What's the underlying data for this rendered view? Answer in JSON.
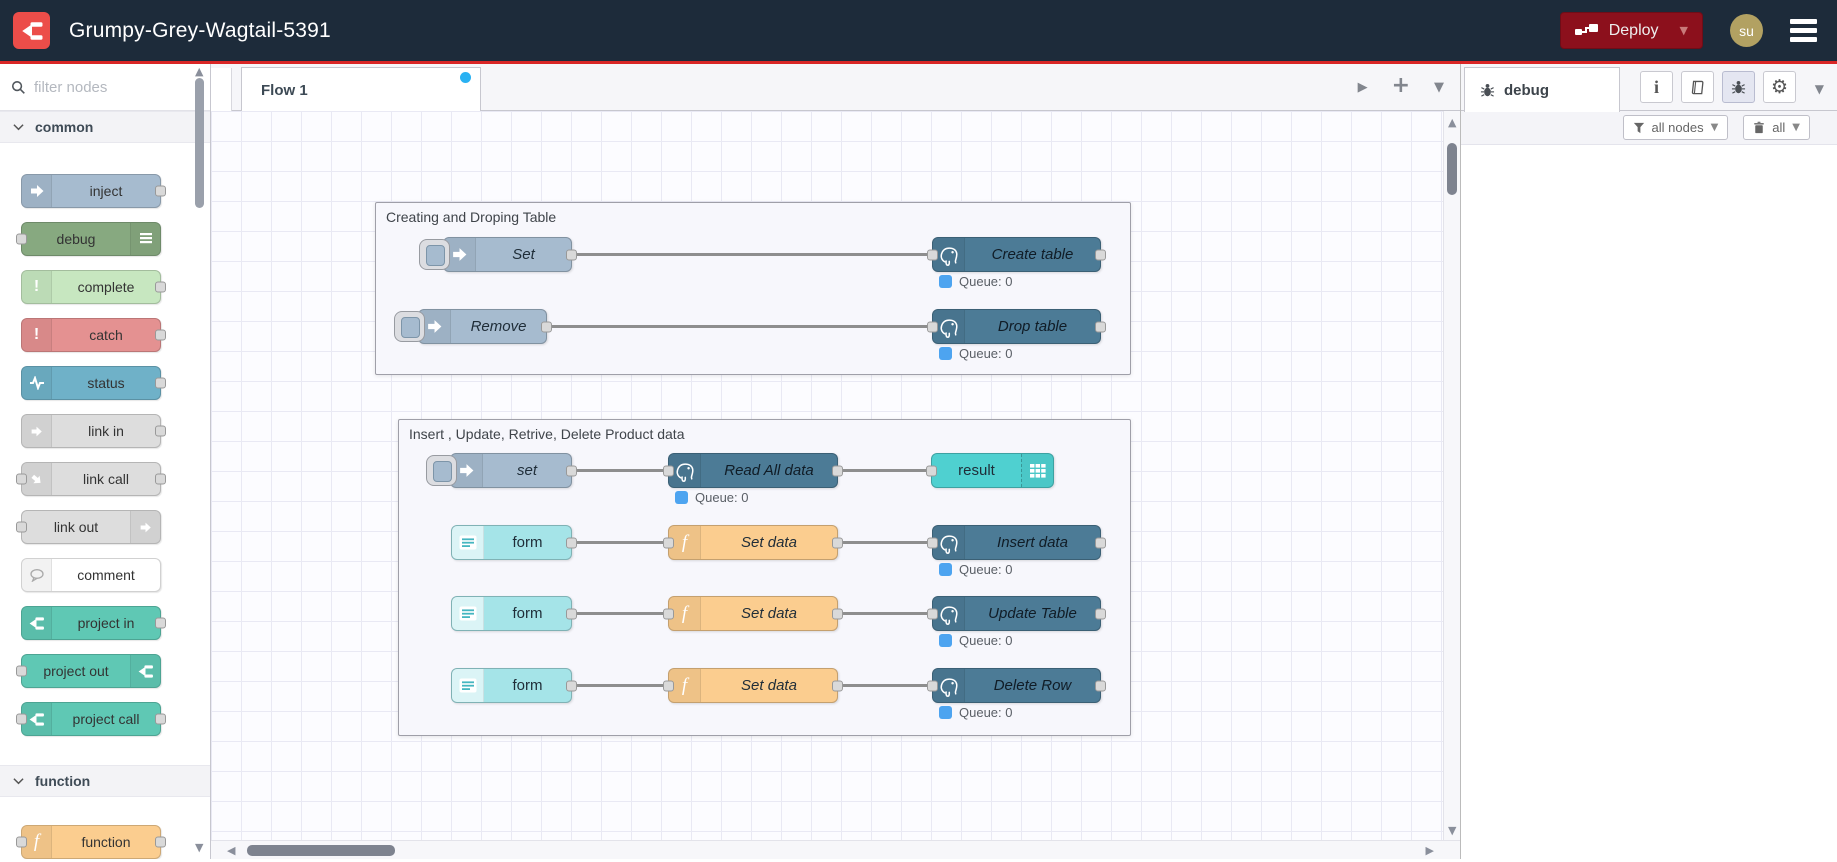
{
  "header": {
    "title": "Grumpy-Grey-Wagtail-5391",
    "deploy": {
      "label": "Deploy"
    },
    "user": {
      "initials": "su"
    }
  },
  "palette": {
    "search_placeholder": "filter nodes",
    "sections": [
      {
        "label": "common",
        "nodes": [
          {
            "label": "inject"
          },
          {
            "label": "debug"
          },
          {
            "label": "complete"
          },
          {
            "label": "catch"
          },
          {
            "label": "status"
          },
          {
            "label": "link in"
          },
          {
            "label": "link call"
          },
          {
            "label": "link out"
          },
          {
            "label": "comment"
          },
          {
            "label": "project in"
          },
          {
            "label": "project out"
          },
          {
            "label": "project call"
          }
        ]
      },
      {
        "label": "function",
        "nodes": [
          {
            "label": "function"
          }
        ]
      }
    ]
  },
  "workspace": {
    "tabs": [
      {
        "label": "Flow 1",
        "modified": true
      }
    ]
  },
  "flow": {
    "groups": [
      {
        "title": "Creating and Droping Table",
        "rows": [
          {
            "src": "Set",
            "dst": "Create table",
            "status": "Queue: 0"
          },
          {
            "src": "Remove",
            "dst": "Drop table",
            "status": "Queue: 0"
          }
        ]
      },
      {
        "title": "Insert , Update, Retrive, Delete Product data",
        "rows": [
          {
            "src": "set",
            "mid": "Read All data",
            "dst": "result",
            "status": "Queue: 0"
          },
          {
            "src": "form",
            "mid": "Set data",
            "dst": "Insert data",
            "status": "Queue: 0"
          },
          {
            "src": "form",
            "mid": "Set data",
            "dst": "Update Table",
            "status": "Queue: 0"
          },
          {
            "src": "form",
            "mid": "Set data",
            "dst": "Delete Row",
            "status": "Queue: 0"
          }
        ]
      }
    ]
  },
  "sidebar": {
    "tab_label": "debug",
    "filter_button": "all nodes",
    "trash_button": "all"
  },
  "icons": {
    "logo": "node-red-mark",
    "deploy": "deploy-nodes",
    "menu": "hamburger",
    "search": "magnifier",
    "debug_tab": "bug",
    "panel_buttons": [
      "info",
      "book",
      "bug",
      "gear"
    ],
    "filter": "funnel",
    "trash": "trash-can",
    "inject": "arrow",
    "function": "italic-f",
    "database": "postgresql-elephant",
    "result": "table-grid"
  },
  "colors": {
    "header_bg": "#1d2b3a",
    "accent_red": "#d92626",
    "logo_red": "#ec4d49",
    "deploy_red": "#8c101c",
    "avatar_gold": "#b2a162",
    "inject": "#a6bbcf",
    "debug": "#87a980",
    "complete": "#c7e7c0",
    "catch": "#e49191",
    "status": "#6fb1c8",
    "link": "#dddddd",
    "comment": "#ffffff",
    "project": "#5fc8b4",
    "function": "#fbcd8f",
    "postgres": "#4c7b96",
    "form": "#a5e4e8",
    "result": "#4fd0d0",
    "status_dot": "#4da4f0",
    "tab_dot": "#29b1f2"
  }
}
